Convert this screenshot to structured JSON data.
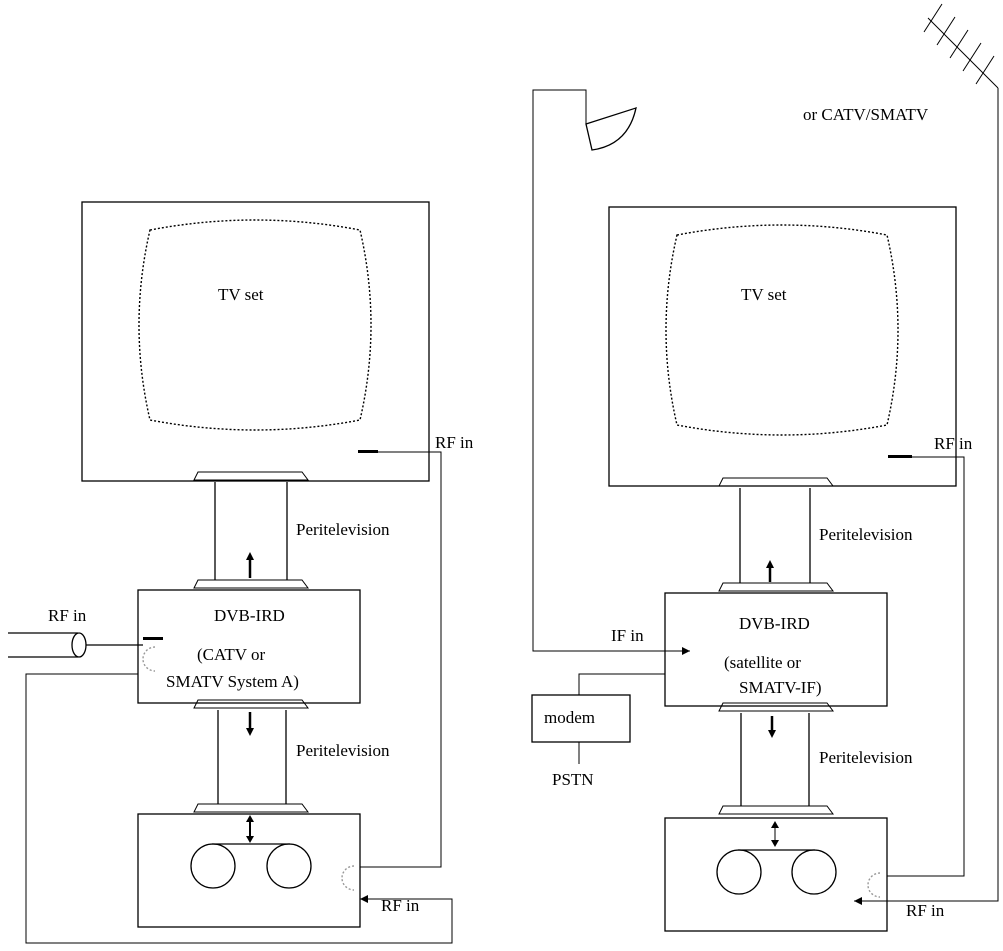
{
  "left": {
    "tv_label": "TV set",
    "rf_in_tv": "RF in",
    "peri_top": "Peritelevision",
    "ird_title": "DVB-IRD",
    "ird_line2": "(CATV or",
    "ird_line3": "SMATV System A)",
    "rf_in_cable": "RF in",
    "peri_bottom": "Peritelevision",
    "rf_in_vcr": "RF in"
  },
  "right": {
    "antenna_label": "or CATV/SMATV",
    "tv_label": "TV set",
    "rf_in_tv": "RF in",
    "peri_top": "Peritelevision",
    "ird_title": "DVB-IRD",
    "ird_line2": "(satellite or",
    "ird_line3": "SMATV-IF)",
    "if_in": "IF in",
    "modem_label": "modem",
    "pstn_label": "PSTN",
    "peri_bottom": "Peritelevision",
    "rf_in_vcr": "RF in"
  }
}
